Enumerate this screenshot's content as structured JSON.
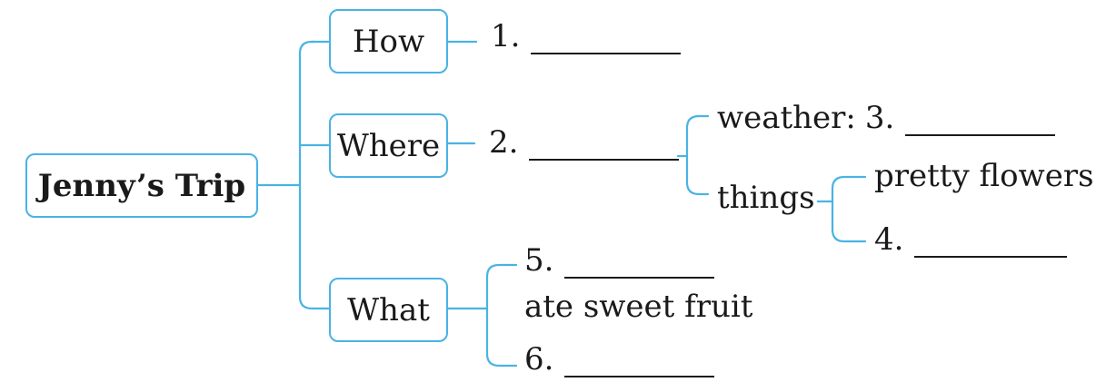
{
  "mindmap": {
    "root": {
      "label": "Jenny’s Trip"
    },
    "branches": {
      "how": {
        "label": "How",
        "answer_prefix": "1."
      },
      "where": {
        "label": "Where",
        "answer_prefix": "2.",
        "weather_label": "weather:",
        "weather_prefix": "3.",
        "things_label": "things",
        "things_item": "pretty flowers",
        "things_prefix": "4."
      },
      "what": {
        "label": "What",
        "item_prefix_1": "5.",
        "item_text": "ate sweet fruit",
        "item_prefix_2": "6."
      }
    },
    "colors": {
      "line": "#49b3e3",
      "text": "#1a1a1a",
      "background": "#ffffff"
    }
  }
}
